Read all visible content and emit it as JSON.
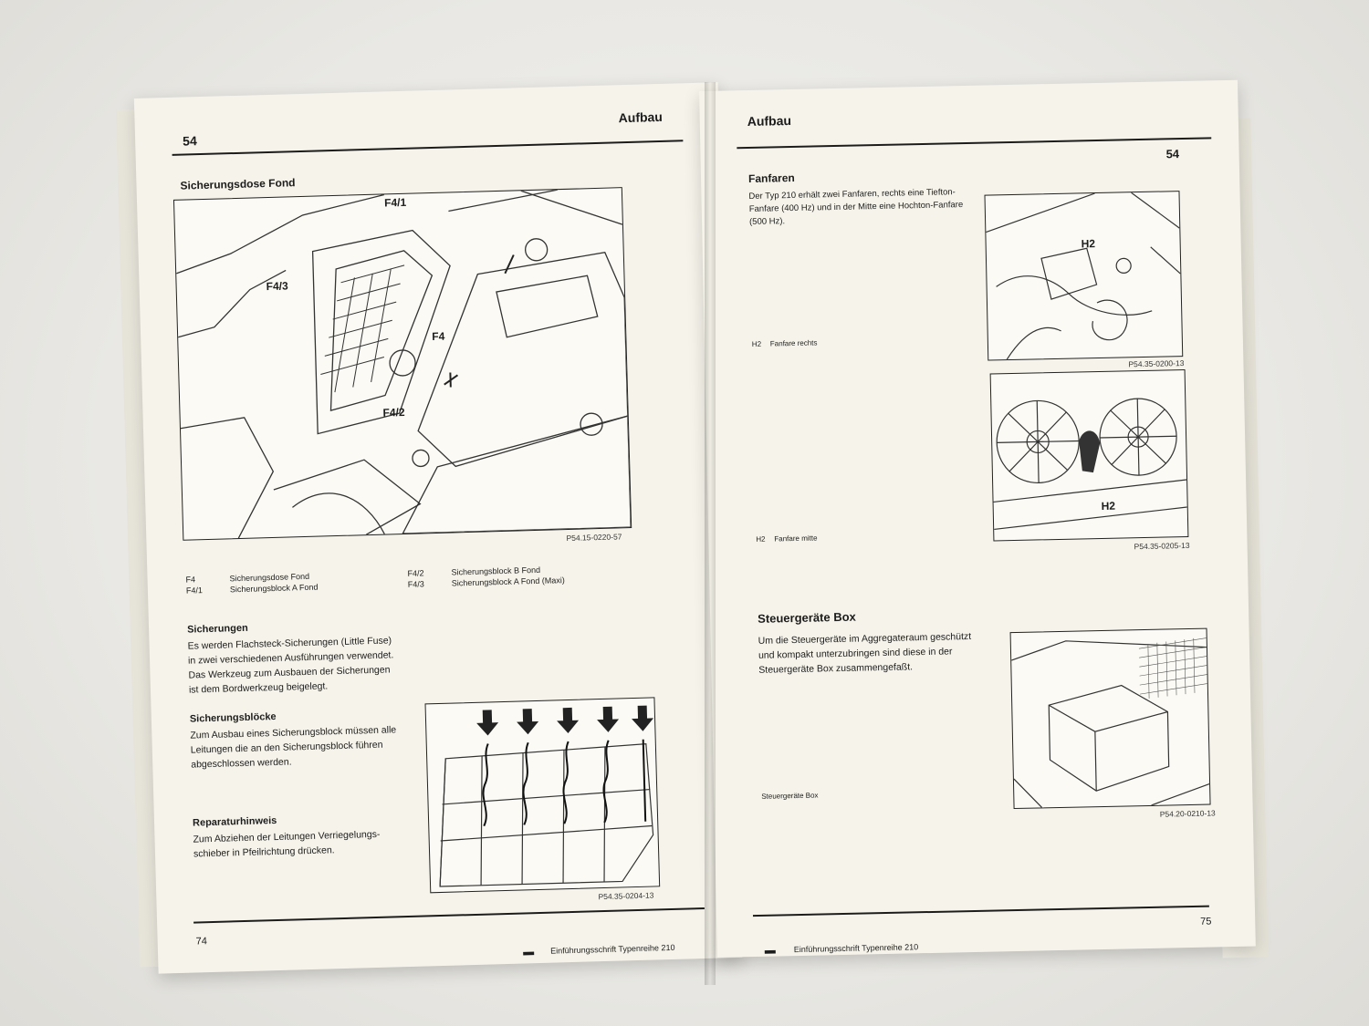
{
  "left_page": {
    "chapter": "54",
    "section": "Aufbau",
    "figure_title": "Sicherungsdose Fond",
    "callouts": [
      "F4/1",
      "F4/3",
      "F4",
      "F4/2"
    ],
    "figure_id": "P54.15-0220-57",
    "legend": [
      {
        "code": "F4",
        "text": "Sicherungsdose Fond"
      },
      {
        "code": "F4/1",
        "text": "Sicherungsblock A Fond"
      },
      {
        "code": "F4/2",
        "text": "Sicherungsblock B Fond"
      },
      {
        "code": "F4/3",
        "text": "Sicherungsblock A Fond (Maxi)"
      }
    ],
    "fuses": {
      "heading": "Sicherungen",
      "text": "Es werden Flachsteck-Sicherungen (Little Fuse) in zwei verschiedenen Ausführungen verwendet. Das Werkzeug zum Ausbauen der Sicherungen ist dem Bordwerkzeug beigelegt."
    },
    "fuse_blocks": {
      "heading": "Sicherungsblöcke",
      "text": "Zum Ausbau eines Sicherungsblock müssen alle Leitungen die an den Sicherungsblock führen abgeschlossen werden."
    },
    "repair": {
      "heading": "Reparaturhinweis",
      "text": "Zum Abziehen der Leitungen Verriegelungs-schieber in Pfeilrichtung drücken."
    },
    "figure2_id": "P54.35-0204-13",
    "page_number": "74",
    "footer": "Einführungsschrift Typenreihe 210"
  },
  "right_page": {
    "section": "Aufbau",
    "chapter": "54",
    "horns": {
      "heading": "Fanfaren",
      "text": "Der Typ 210 erhält zwei Fanfaren, rechts eine Tiefton-Fanfare (400 Hz) und in der Mitte eine Hochton-Fanfare (500 Hz)."
    },
    "fig1_callout": "H2",
    "fig1_id": "P54.35-0200-13",
    "fig1_caption": {
      "code": "H2",
      "text": "Fanfare rechts"
    },
    "fig2_callout": "H2",
    "fig2_id": "P54.35-0205-13",
    "fig2_caption": {
      "code": "H2",
      "text": "Fanfare mitte"
    },
    "ecu": {
      "heading": "Steuergeräte Box",
      "text": "Um die Steuergeräte im Aggregateraum geschützt und kompakt unterzubringen sind diese in der Steuergeräte Box zusammengefaßt."
    },
    "fig3_id": "P54.20-0210-13",
    "fig3_caption": "Steuergeräte Box",
    "page_number": "75",
    "footer": "Einführungsschrift Typenreihe 210"
  }
}
